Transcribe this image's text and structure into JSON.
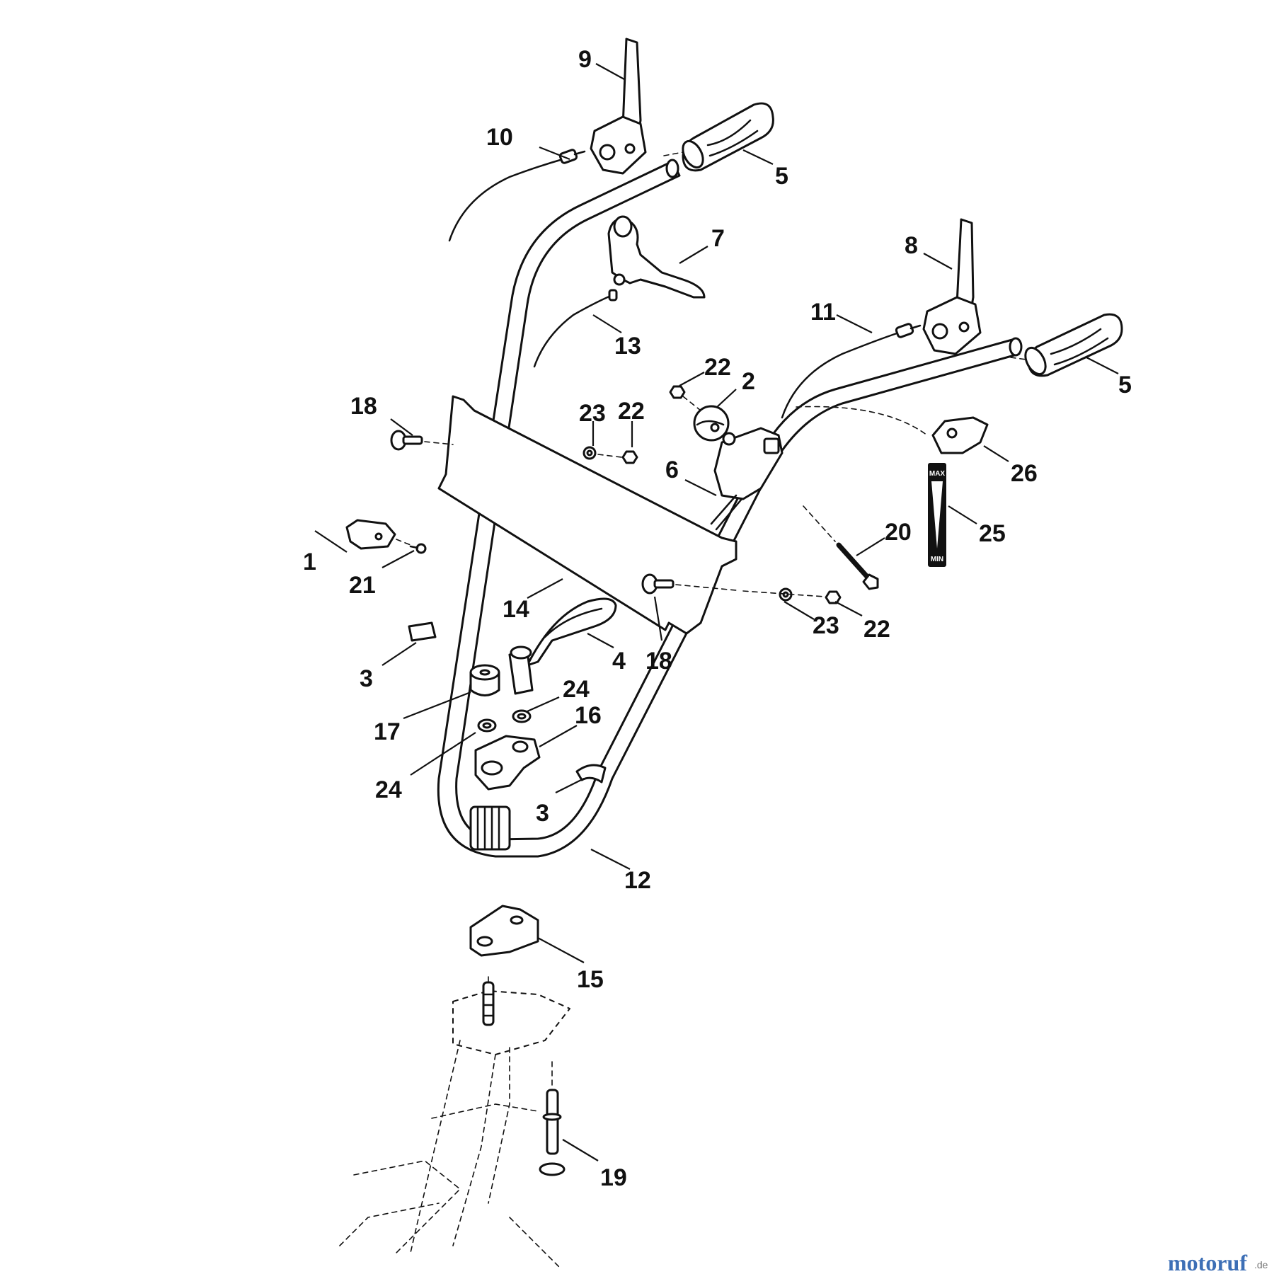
{
  "callouts": [
    {
      "id": "c1",
      "label": "1"
    },
    {
      "id": "c2",
      "label": "2"
    },
    {
      "id": "c3a",
      "label": "3"
    },
    {
      "id": "c3b",
      "label": "3"
    },
    {
      "id": "c4",
      "label": "4"
    },
    {
      "id": "c5a",
      "label": "5"
    },
    {
      "id": "c5b",
      "label": "5"
    },
    {
      "id": "c6",
      "label": "6"
    },
    {
      "id": "c7",
      "label": "7"
    },
    {
      "id": "c8",
      "label": "8"
    },
    {
      "id": "c9",
      "label": "9"
    },
    {
      "id": "c10",
      "label": "10"
    },
    {
      "id": "c11",
      "label": "11"
    },
    {
      "id": "c12",
      "label": "12"
    },
    {
      "id": "c13",
      "label": "13"
    },
    {
      "id": "c14",
      "label": "14"
    },
    {
      "id": "c15",
      "label": "15"
    },
    {
      "id": "c16",
      "label": "16"
    },
    {
      "id": "c17",
      "label": "17"
    },
    {
      "id": "c18a",
      "label": "18"
    },
    {
      "id": "c18b",
      "label": "18"
    },
    {
      "id": "c19",
      "label": "19"
    },
    {
      "id": "c20",
      "label": "20"
    },
    {
      "id": "c21",
      "label": "21"
    },
    {
      "id": "c22a",
      "label": "22"
    },
    {
      "id": "c22b",
      "label": "22"
    },
    {
      "id": "c22c",
      "label": "22"
    },
    {
      "id": "c23a",
      "label": "23"
    },
    {
      "id": "c23b",
      "label": "23"
    },
    {
      "id": "c24a",
      "label": "24"
    },
    {
      "id": "c24b",
      "label": "24"
    },
    {
      "id": "c25",
      "label": "25"
    },
    {
      "id": "c26",
      "label": "26"
    }
  ],
  "throttle_scale": {
    "max_label": "MAX",
    "min_label": "MIN"
  },
  "watermark": {
    "brand": "motoruf",
    "tld": ".de",
    "brand_color": "#3d6fb6"
  }
}
